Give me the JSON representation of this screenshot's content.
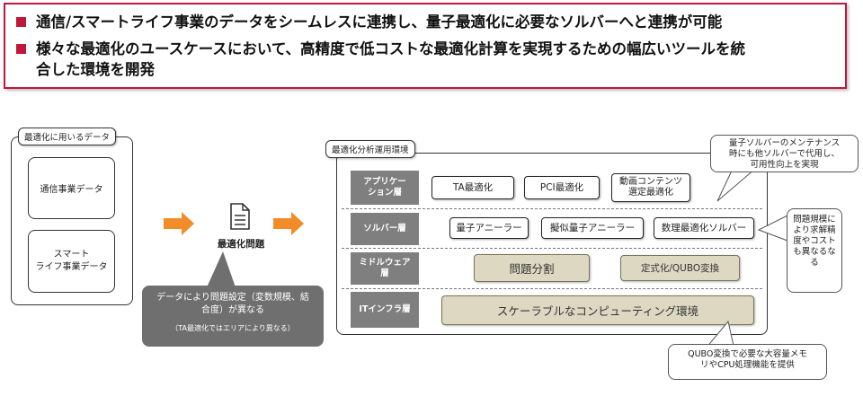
{
  "header": {
    "bullet1": "通信/スマートライフ事業のデータをシームレスに連携し、量子最適化に必要なソルバーへと連携が可能",
    "bullet2_line1": "様々な最適化のユースケースにおいて、高精度で低コストな最適化計算を実現するための幅広いツールを統",
    "bullet2_line2": "合した環境を開発"
  },
  "data_panel": {
    "title": "最適化に用いるデータ",
    "item1": "通信事業データ",
    "item2_line1": "スマート",
    "item2_line2": "ライフ事業データ"
  },
  "problem": {
    "label": "最適化問題",
    "icon": "document-icon"
  },
  "gray_callout": {
    "line1": "データにより問題設定（変数規模、結",
    "line2": "合度）が異なる",
    "note": "（TA最適化ではエリアにより異なる）"
  },
  "env": {
    "title": "最適化分析運用環境",
    "layers": {
      "app": {
        "label1": "アプリケー",
        "label2": "ション層",
        "items": [
          {
            "l1": "TA最適化",
            "l2": ""
          },
          {
            "l1": "PCI最適化",
            "l2": ""
          },
          {
            "l1": "動画コンテンツ",
            "l2": "選定最適化"
          }
        ]
      },
      "solver": {
        "label1": "ソルバー層",
        "label2": "",
        "items": [
          "量子アニーラー",
          "擬似量子アニーラー",
          "数理最適化ソルバー"
        ]
      },
      "middleware": {
        "label1": "ミドルウェア",
        "label2": "層",
        "items": [
          "問題分割",
          "定式化/QUBO変換"
        ]
      },
      "infra": {
        "label1": "ITインフラ層",
        "label2": "",
        "items": [
          "スケーラブルなコンピューティング環境"
        ]
      }
    }
  },
  "callouts": {
    "maintenance": {
      "line1": "量子ソルバーのメンテナンス",
      "line2": "時にも他ソルバーで代用し、",
      "line3": "可用性向上を実現"
    },
    "scale": {
      "line1": "問題規模に",
      "line2": "より求解精",
      "line3": "度やコスト",
      "line4": "も異なるな",
      "line5": "る"
    },
    "qubo": {
      "line1": "QUBO変換で必要な大容量メモ",
      "line2": "リやCPU処理機能を提供"
    }
  },
  "colors": {
    "accent": "#c0183c",
    "arrow": "#f28c28",
    "layer_label": "#7f7f7f",
    "tan": "#ddd8c2"
  }
}
